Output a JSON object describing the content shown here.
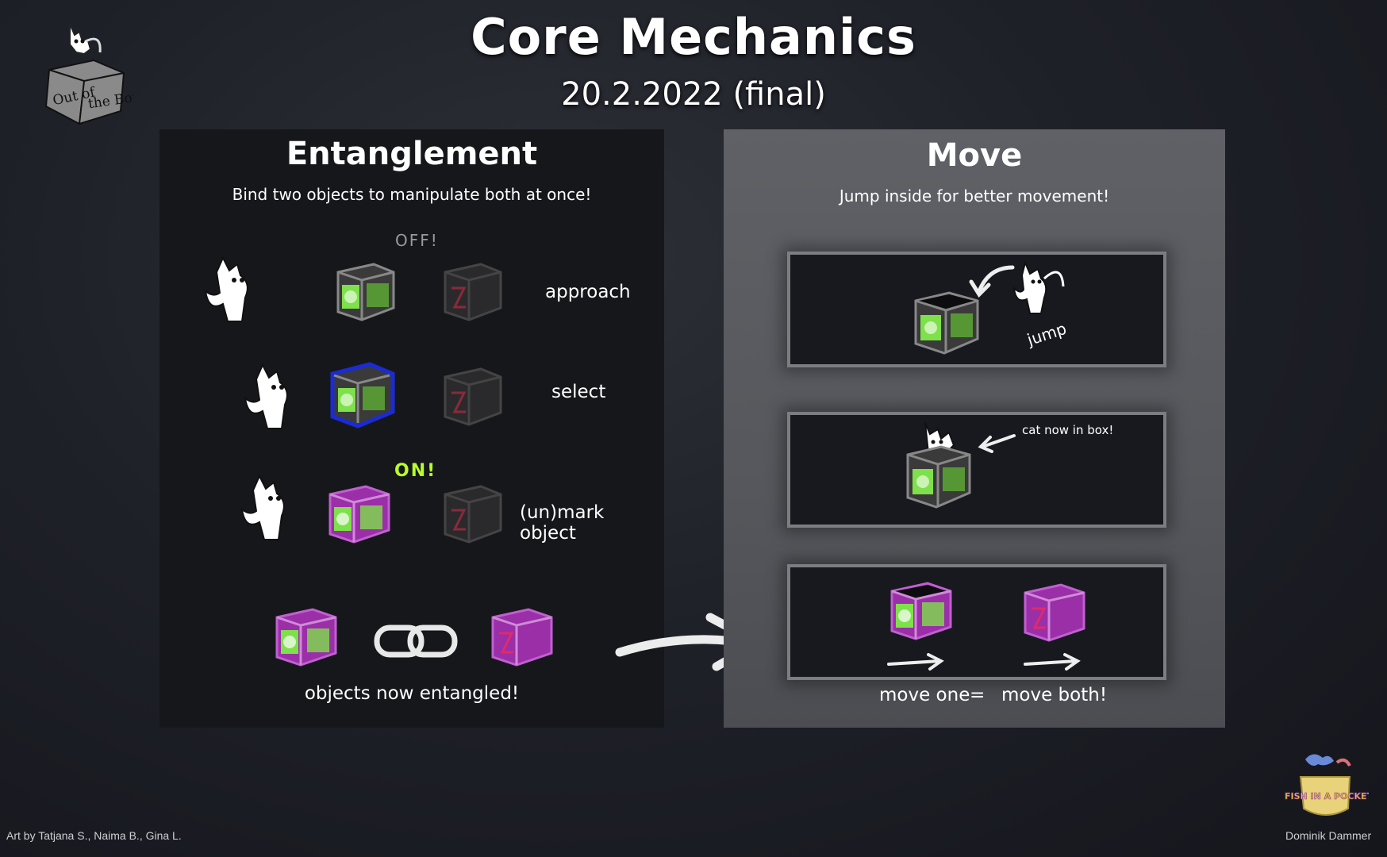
{
  "header": {
    "title": "Core Mechanics",
    "subtitle": "20.2.2022 (final)"
  },
  "logo": {
    "text": "Out of the Box",
    "icon": "cat-on-box-logo"
  },
  "entanglement": {
    "title": "Entanglement",
    "description": "Bind two objects to manipulate both at once!",
    "off_label": "OFF!",
    "on_label": "ON!",
    "steps": [
      {
        "label": "approach"
      },
      {
        "label": "select"
      },
      {
        "label": "(un)mark object"
      }
    ],
    "result": "objects now entangled!"
  },
  "move": {
    "title": "Move",
    "description": "Jump inside for better movement!",
    "jump_label": "jump",
    "cat_in_box_label": "cat now in box!",
    "bottom_left": "move one",
    "equals": "=",
    "bottom_right": "move both!"
  },
  "footer": {
    "art_credit": "Art by Tatjana S., Naima B., Gina  L.",
    "author": "Dominik Dammer",
    "studio_logo_text": "FISH IN A POCKET"
  },
  "colors": {
    "glow_green": "#7ee04a",
    "entangled_purple": "#9a2fa8",
    "select_blue": "#1a2bd6",
    "on_text": "#b8ff2a"
  }
}
